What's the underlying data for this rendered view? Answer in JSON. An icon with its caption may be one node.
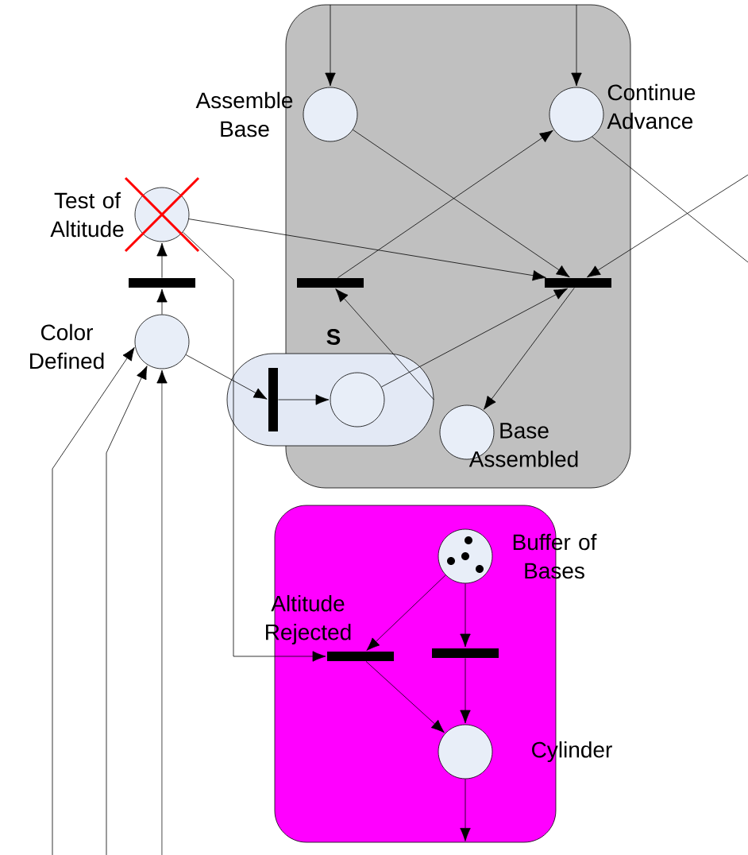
{
  "diagram": {
    "nodes": [
      {
        "text": [],
        "shape": "box"
      },
      {
        "text": [
          "Assemble Base"
        ],
        "in": 0
      },
      {
        "text": [
          "Continue Advance"
        ],
        "in": 0
      },
      {
        "text": [],
        "shape": "bar",
        "in": 0
      },
      {
        "text": [],
        "shape": "bar",
        "in": 0
      },
      {
        "text": [],
        "shape": "box"
      },
      {
        "text": [],
        "shape": "bar",
        "in": 5
      },
      {
        "text": [],
        "shape": "circle"
      },
      {
        "text": [
          "Base Assembled"
        ],
        "in": 0
      },
      {
        "text": [
          "Test of Altitude"
        ]
      },
      {
        "text": [],
        "shape": "bar"
      },
      {
        "text": [
          "Color Defined"
        ]
      },
      {
        "text": [],
        "shape": "box"
      },
      {
        "text": [
          "Buffer of Bases"
        ],
        "in": 12
      },
      {
        "text": [
          "Altitude Rejected"
        ],
        "in": 12
      },
      {
        "text": [],
        "shape": "bar",
        "in": 12
      },
      {
        "text": [
          "Cylinder"
        ],
        "in": 12
      }
    ],
    "edges": [
      {
        "from": null,
        "to": 1,
        "arrow": "to"
      },
      {
        "from": null,
        "to": 2,
        "arrow": "to"
      },
      {
        "from": 1,
        "to": 4,
        "arrow": "to"
      },
      {
        "from": 3,
        "to": 2,
        "arrow": "to"
      },
      {
        "from": 9,
        "to": 4,
        "arrow": "to"
      },
      {
        "from": 7,
        "to": 4,
        "arrow": "to"
      },
      {
        "from": null,
        "to": 4,
        "arrow": "to"
      },
      {
        "from": 2,
        "to": null,
        "arrow": "none"
      },
      {
        "from": 4,
        "to": 8,
        "arrow": "to"
      },
      {
        "from": 5,
        "to": 3,
        "arrow": "to"
      },
      {
        "from": 11,
        "to": 10,
        "arrow": "to"
      },
      {
        "from": 10,
        "to": 9,
        "arrow": "to"
      },
      {
        "from": 11,
        "to": 6,
        "arrow": "to"
      },
      {
        "from": 6,
        "to": 7,
        "arrow": "to"
      },
      {
        "from": 9,
        "to": 14,
        "arrow": "to"
      },
      {
        "from": null,
        "to": 11,
        "arrow": "to"
      },
      {
        "from": null,
        "to": 11,
        "arrow": "to"
      },
      {
        "from": null,
        "to": 11,
        "arrow": "to"
      },
      {
        "from": 13,
        "to": 14,
        "arrow": "to"
      },
      {
        "from": 13,
        "to": 15,
        "arrow": "to"
      },
      {
        "from": 15,
        "to": 16,
        "arrow": "to"
      },
      {
        "from": 14,
        "to": 16,
        "arrow": "to"
      },
      {
        "from": 16,
        "to": null,
        "arrow": "to"
      }
    ],
    "labels": [
      "S"
    ]
  }
}
